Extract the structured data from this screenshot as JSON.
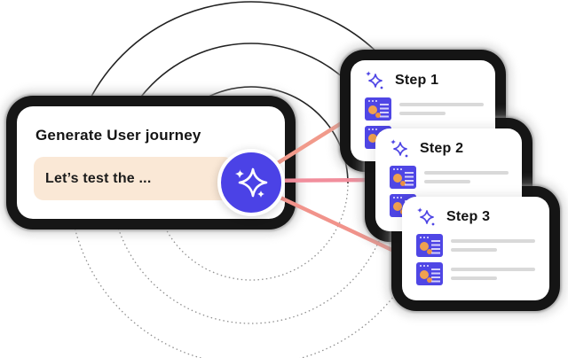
{
  "illustration": {
    "prompt_card": {
      "title": "Generate User journey",
      "input_value": "Let’s test the ..."
    },
    "ai_button": {
      "icon": "sparkles-icon"
    },
    "steps": [
      {
        "label": "Step 1",
        "placeholder_rows": 2
      },
      {
        "label": "Step 2",
        "placeholder_rows": 2
      },
      {
        "label": "Step 3",
        "placeholder_rows": 2
      }
    ],
    "colors": {
      "accent_indigo": "#4B42E6",
      "thumbnail_indigo": "#4F46E5",
      "input_cream": "#FAE8D6",
      "connector_pink_1": "#F19A8B",
      "connector_pink_2": "#F18E9C",
      "connector_pink_3": "#F1938B",
      "outline_black": "#161616",
      "placeholder_bar_gray": "#D9D9D9",
      "thumbnail_orange": "#F0A14F",
      "text_dark": "#141414"
    },
    "icons": [
      "sparkles-icon",
      "step-sparkle-icon",
      "window-dots-icon"
    ]
  }
}
